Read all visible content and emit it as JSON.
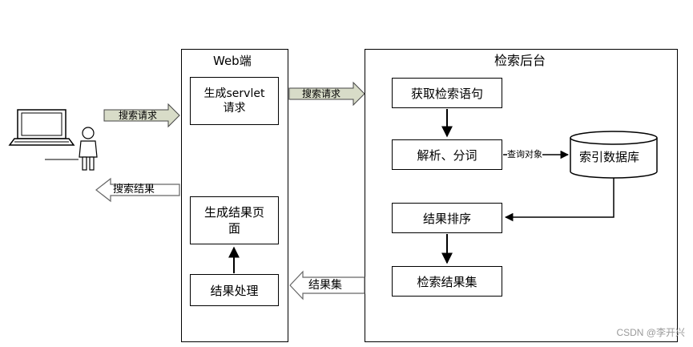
{
  "web": {
    "title": "Web端",
    "gen_request": "生成servlet\n请求",
    "gen_page": "生成结果页\n面",
    "process": "结果处理"
  },
  "backend": {
    "title": "检索后台",
    "get_query": "获取检索语句",
    "parse": "解析、分词",
    "index_db": "索引数据库",
    "sort": "结果排序",
    "result_set": "检索结果集"
  },
  "arrows": {
    "search_request_1": "搜索请求",
    "search_request_2": "搜索请求",
    "search_result": "搜索结果",
    "query_object": "查询对象",
    "result_set": "结果集"
  },
  "watermark": "CSDN @李开兴"
}
